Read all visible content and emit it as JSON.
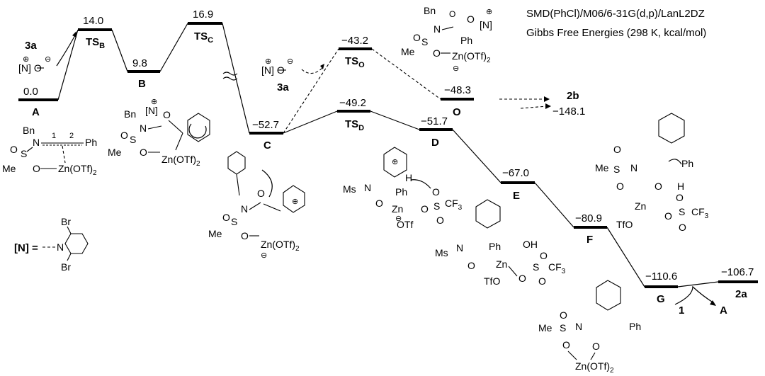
{
  "header": {
    "method": "SMD(PhCl)/M06/6-31G(d,p)/LanL2DZ",
    "subtitle": "Gibbs Free Energies (298 K, kcal/mol)"
  },
  "states": {
    "A": {
      "energy": "0.0",
      "label": "A"
    },
    "TSB": {
      "energy": "14.0",
      "label": "TS",
      "sub": "B"
    },
    "B": {
      "energy": "9.8",
      "label": "B"
    },
    "TSC": {
      "energy": "16.9",
      "label": "TS",
      "sub": "C"
    },
    "C": {
      "energy": "−52.7",
      "label": "C"
    },
    "TSO": {
      "energy": "−43.2",
      "label": "TS",
      "sub": "O"
    },
    "O": {
      "energy": "−48.3",
      "label": "O"
    },
    "P2b": {
      "energy": "−148.1",
      "label": "2b"
    },
    "TSD": {
      "energy": "−49.2",
      "label": "TS",
      "sub": "D"
    },
    "D": {
      "energy": "−51.7",
      "label": "D"
    },
    "E": {
      "energy": "−67.0",
      "label": "E"
    },
    "F": {
      "energy": "−80.9",
      "label": "F"
    },
    "G": {
      "energy": "−110.6",
      "label": "G"
    },
    "P2a": {
      "energy": "−106.7",
      "label": "2a"
    }
  },
  "reagents": {
    "r3a_top": "3a",
    "r3a_mid": "3a",
    "reagent1": "1",
    "releaseA": "A"
  },
  "legend": {
    "n_eq": "[N] ="
  },
  "chem": {
    "nbox": "[N]",
    "o_minus": "O",
    "bn": "Bn",
    "ms": "Ms",
    "me": "Me",
    "s": "S",
    "n": "N",
    "o": "O",
    "ph": "Ph",
    "zn": "Zn(OTf)",
    "zn_plain": "Zn",
    "otf": "OTf",
    "tfo": "TfO",
    "cf3": "CF",
    "h": "H",
    "oh": "OH",
    "br": "Br",
    "one": "1",
    "two": "2",
    "sub2": "2",
    "sub3": "3",
    "plus": "⊕",
    "minus": "⊖"
  }
}
